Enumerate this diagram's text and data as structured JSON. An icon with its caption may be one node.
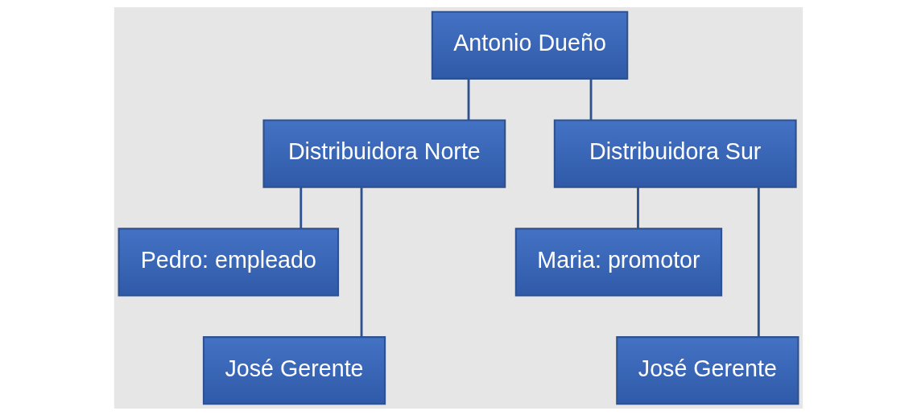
{
  "diagram": {
    "nodes": [
      {
        "text": [
          "Antonio Dueño"
        ]
      },
      {
        "text": [
          "Distribuidora Norte"
        ]
      },
      {
        "text": [
          "Distribuidora Sur"
        ]
      },
      {
        "text": [
          "Pedro: empleado"
        ]
      },
      {
        "text": [
          "José Gerente"
        ]
      },
      {
        "text": [
          "Maria: promotor"
        ]
      },
      {
        "text": [
          "José Gerente"
        ]
      }
    ],
    "edges": [
      {
        "from": 0,
        "to": 1,
        "arrow": "none"
      },
      {
        "from": 0,
        "to": 2,
        "arrow": "none"
      },
      {
        "from": 1,
        "to": 3,
        "arrow": "none"
      },
      {
        "from": 1,
        "to": 4,
        "arrow": "none"
      },
      {
        "from": 2,
        "to": 5,
        "arrow": "none"
      },
      {
        "from": 2,
        "to": 6,
        "arrow": "none"
      }
    ]
  }
}
